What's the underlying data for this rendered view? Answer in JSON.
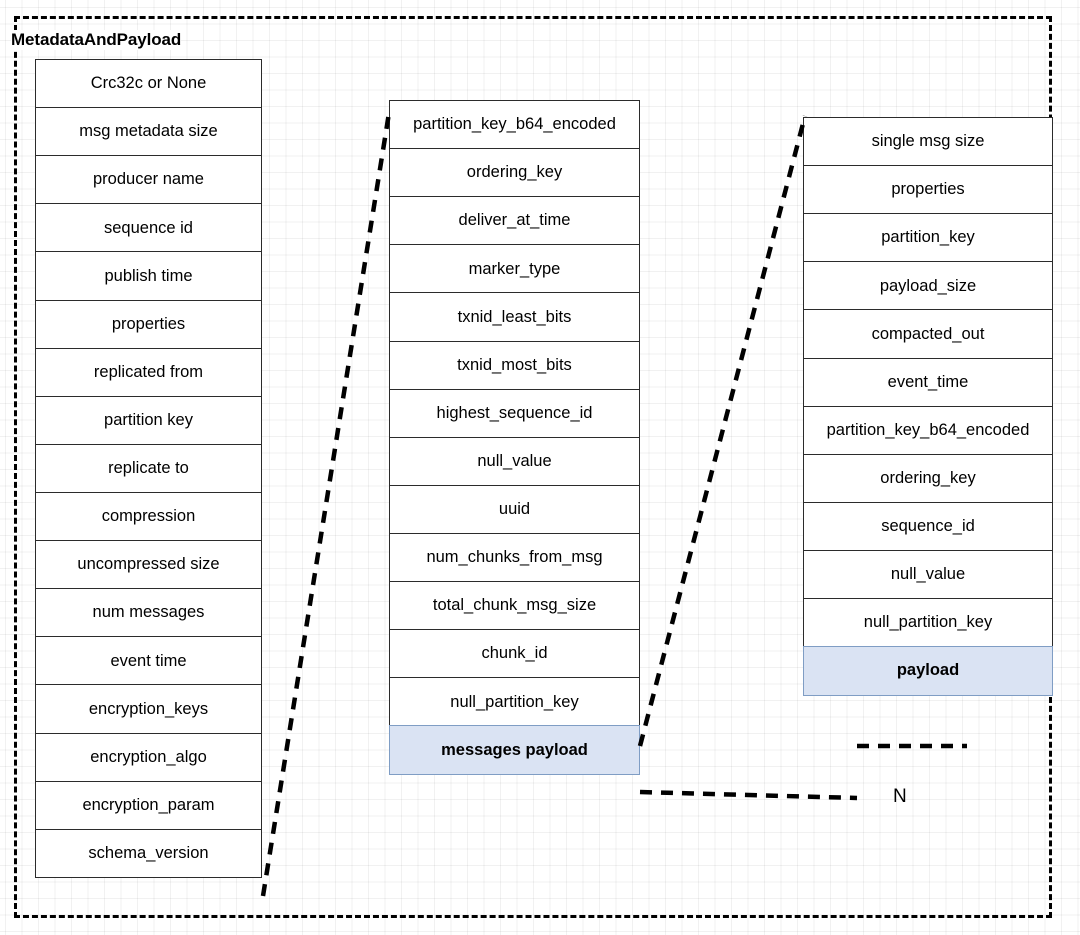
{
  "diagram": {
    "container": {
      "title": "MetadataAndPayload",
      "border_style": "dashed",
      "border_color": "#000000"
    },
    "colors": {
      "cell_border": "#2b2b2b",
      "cell_background": "#ffffff",
      "payload_fill": "#dae3f3",
      "payload_border": "#7f9dc4",
      "text": "#000000",
      "grid": "#f0f0f0"
    },
    "columns": [
      {
        "name": "metadata-and-payload-header",
        "cells": [
          {
            "label": "Crc32c or None",
            "highlight": false
          },
          {
            "label": "msg metadata size",
            "highlight": false
          },
          {
            "label": "producer name",
            "highlight": false
          },
          {
            "label": "sequence id",
            "highlight": false
          },
          {
            "label": "publish time",
            "highlight": false
          },
          {
            "label": "properties",
            "highlight": false
          },
          {
            "label": "replicated from",
            "highlight": false
          },
          {
            "label": "partition key",
            "highlight": false
          },
          {
            "label": "replicate to",
            "highlight": false
          },
          {
            "label": "compression",
            "highlight": false
          },
          {
            "label": "uncompressed size",
            "highlight": false
          },
          {
            "label": "num messages",
            "highlight": false
          },
          {
            "label": "event time",
            "highlight": false
          },
          {
            "label": "encryption_keys",
            "highlight": false
          },
          {
            "label": "encryption_algo",
            "highlight": false
          },
          {
            "label": "encryption_param",
            "highlight": false
          },
          {
            "label": "schema_version",
            "highlight": false
          }
        ]
      },
      {
        "name": "messages-payload-expansion",
        "cells": [
          {
            "label": "partition_key_b64_encoded",
            "highlight": false
          },
          {
            "label": "ordering_key",
            "highlight": false
          },
          {
            "label": "deliver_at_time",
            "highlight": false
          },
          {
            "label": "marker_type",
            "highlight": false
          },
          {
            "label": "txnid_least_bits",
            "highlight": false
          },
          {
            "label": "txnid_most_bits",
            "highlight": false
          },
          {
            "label": "highest_sequence_id",
            "highlight": false
          },
          {
            "label": "null_value",
            "highlight": false
          },
          {
            "label": "uuid",
            "highlight": false
          },
          {
            "label": "num_chunks_from_msg",
            "highlight": false
          },
          {
            "label": "total_chunk_msg_size",
            "highlight": false
          },
          {
            "label": "chunk_id",
            "highlight": false
          },
          {
            "label": "null_partition_key",
            "highlight": false
          },
          {
            "label": "messages payload",
            "highlight": true
          }
        ]
      },
      {
        "name": "single-message-expansion",
        "cells": [
          {
            "label": "single msg size",
            "highlight": false
          },
          {
            "label": "properties",
            "highlight": false
          },
          {
            "label": "partition_key",
            "highlight": false
          },
          {
            "label": "payload_size",
            "highlight": false
          },
          {
            "label": "compacted_out",
            "highlight": false
          },
          {
            "label": "event_time",
            "highlight": false
          },
          {
            "label": "partition_key_b64_encoded",
            "highlight": false
          },
          {
            "label": "ordering_key",
            "highlight": false
          },
          {
            "label": "sequence_id",
            "highlight": false
          },
          {
            "label": "null_value",
            "highlight": false
          },
          {
            "label": "null_partition_key",
            "highlight": false
          },
          {
            "label": "payload",
            "highlight": true
          }
        ]
      }
    ],
    "annotations": {
      "repeat_count": "N"
    }
  }
}
